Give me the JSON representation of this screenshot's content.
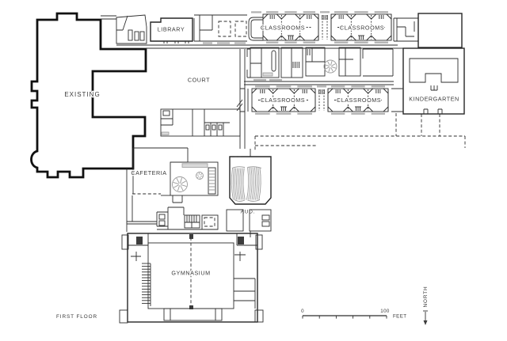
{
  "plan": {
    "labels": {
      "existing": "EXISTING",
      "library": "LIBRARY",
      "court": "COURT",
      "classrooms": "CLASSROOMS",
      "kindergarten": "KINDERGARTEN",
      "cafeteria": "CAFETERIA",
      "auditorium": "AUD.",
      "gymnasium": "GYMNASIUM"
    },
    "caption": "FIRST FLOOR",
    "north_label": "NORTH",
    "scale_bar": {
      "start_label": "0",
      "end_label": "100",
      "unit_label": "FEET"
    },
    "colors": {
      "background": "#ffffff",
      "wall": "#2e2e2e",
      "existing_outline": "#111111",
      "gray_detail": "#b2b2b2",
      "text": "#3a3a3a"
    }
  }
}
